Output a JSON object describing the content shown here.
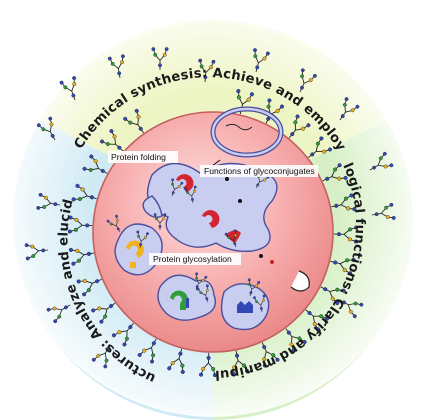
{
  "outer_labels": {
    "top": "Chemical synthesis:  Achieve and employ",
    "right": "Biological functions: Clarify and manipulate",
    "left": "Structures: Analyze and elucidate"
  },
  "inner_labels": {
    "protein_folding": "Protein folding",
    "functions": "Functions of glycoconjugates",
    "glycosylation": "Protein glycosylation"
  },
  "colors": {
    "sector_top": "#eef5c4",
    "sector_right": "#d6efc4",
    "sector_left": "#cfeaf4",
    "cell_fill": "#f4a0a0",
    "cell_edge": "#c46060",
    "organelle_fill": "#c9cdf0",
    "organelle_edge": "#4b4f9c",
    "red_shape": "#d3242f",
    "yellow_shape": "#f2b21b",
    "green_shape": "#2f9f3a",
    "blue_shape": "#3348b8"
  }
}
